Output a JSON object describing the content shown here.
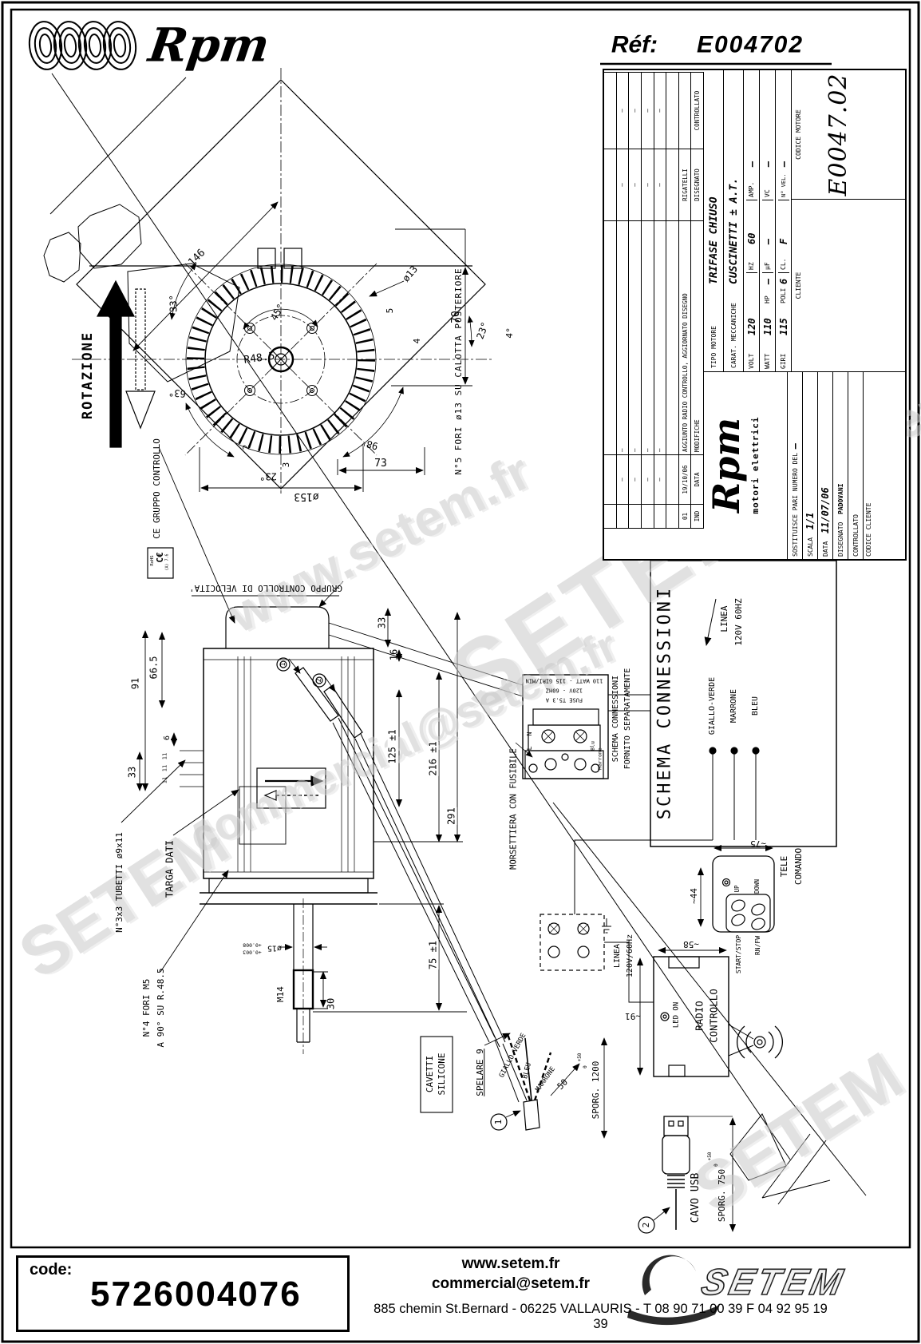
{
  "header": {
    "brand": "Rpm",
    "ref_label": "Réf:",
    "ref_value": "E004702"
  },
  "title_block": {
    "rev_rows": [
      [
        "",
        "",
        "",
        "",
        ""
      ],
      [
        "",
        "–",
        "–",
        "–",
        "–"
      ],
      [
        "",
        "–",
        "–",
        "–",
        "–"
      ],
      [
        "",
        "–",
        "–",
        "–",
        "–"
      ],
      [
        "",
        "–",
        "–",
        "–",
        "–"
      ],
      [
        "",
        "",
        "",
        "",
        ""
      ],
      [
        "01",
        "19/10/06",
        "AGGIUNTO RADIO CONTROLLO, AGGIORNATO DISEGNO",
        "RIGATELLI",
        ""
      ],
      [
        "IND",
        "DATA",
        "MODIFICHE",
        "DISEGNATO",
        "CONTROLLATO"
      ]
    ],
    "fields": {
      "tipo_l": "TIPO MOTORE",
      "tipo": "TRIFASE CHIUSO",
      "carat_l": "CARAT. MECCANICHE",
      "carat": "CUSCINETTI ± A.T.",
      "logo": "Rpm",
      "logo_sub": "motori elettrici",
      "sost_l": "SOSTITUISCE PARI NUMERO DEL",
      "sost": "–",
      "scala_l": "SCALA",
      "scala": "1/1",
      "data_l": "DATA",
      "data": "11/07/06",
      "dis_l": "DISEGNATO",
      "dis": "PADOVANI",
      "ctl_l": "CONTROLLATO",
      "cliente_l": "CLIENTE",
      "cod_cliente_l": "CODICE CLIENTE",
      "cod_motore_l": "CODICE MOTORE",
      "cod_motore": "E0047.02"
    },
    "specs": {
      "volt_l": "VOLT",
      "volt": "120",
      "hz_l": "HZ",
      "hz": "60",
      "amp_l": "AMP.",
      "amp": "–",
      "watt_l": "WATT",
      "watt": "110",
      "hp_l": "HP",
      "hp": "–",
      "uf_l": "µF",
      "uf": "–",
      "vc_l": "VC",
      "vc": "–",
      "giri_l": "GIRI",
      "giri": "115",
      "poli_l": "POLI",
      "poli": "6",
      "cl_l": "CL.",
      "cl": "F",
      "nvel_l": "N° VEL.",
      "nvel": "–"
    }
  },
  "front_view": {
    "rotazione": "ROTAZIONE",
    "d146": "146",
    "a33": "33°",
    "a45": "45°",
    "r485": "R48.5",
    "d13": "ø13",
    "d5": "5",
    "a23r": "23°",
    "a4": "4°",
    "d4": "4",
    "d70": "70",
    "a63": "63°",
    "d2": "2",
    "d3": "3",
    "a23b": "23°",
    "d153": "ø153",
    "d73": "73",
    "a98": "98°",
    "n5fori": "N°5 FORI ø13 SU CALOTTA POSTERIORE"
  },
  "side_view": {
    "ce_label": "CE GRUPPO CONTROLLO",
    "ce": "C€",
    "rohs": "RoHS",
    "rohs2": "(A) 7.6",
    "gruppo": "GRUPPO CONTROLLO DI VELOCITA'",
    "d91": "91",
    "d665": "66.5",
    "d6": "6",
    "d33a": "33",
    "d11a": "11",
    "d11b": "11",
    "d11c": "11",
    "d33b": "33",
    "d16": "16",
    "d125": "125 ±1",
    "d216": "216 ±1",
    "d291": "291",
    "d75": "75 ±1",
    "d30": "30",
    "m14": "M14",
    "d15": "ø15",
    "t1": "+0.003",
    "t2": "+0.008",
    "targa": "TARGA DATI",
    "n3x3": "N°3x3 TUBETTI ø9x11",
    "n4a": "N°4 FORI M5",
    "n4b": "A 90° SU R.48.5",
    "morsettiera": "MORSETTIERA CON FUSIBILE",
    "cavetti1": "CAVETTI",
    "cavetti2": "SILICONE",
    "spelare": "SPELARE 9",
    "w_gv": "GIALLO-VERDE",
    "w_bl": "BLEU",
    "w_ma": "MARRONE",
    "d50": "50",
    "t50": "+50",
    "t50b": "0",
    "sporg1200": "SPORG. 1200",
    "b1": "1",
    "b2": "2"
  },
  "terminal": {
    "l1": "FUSE T5.3 A",
    "l2": "120V - 60HZ",
    "l3": "110 WATT - 115 GIRI/MIN",
    "L": "L",
    "N": "N",
    "blu": "Blu",
    "marrone": "Marrone"
  },
  "connection": {
    "title": "SCHEMA CONNESSIONI",
    "note1": "SCHEMA CONNESSIONI",
    "note2": "FORNITO SEPARATAMENTE",
    "gv": "GIALLO-VERDE",
    "ma": "MARRONE",
    "bl": "BLEU",
    "linea1": "LINEA",
    "linea2": "120V 60HZ"
  },
  "small_term": {
    "linea1": "LINEA",
    "linea2": "120V/60Hz"
  },
  "remote": {
    "d75": "~75",
    "d44": "~44",
    "up": "UP",
    "down": "DOWN",
    "start": "START/STOP",
    "rnfw": "RN/FW",
    "tele1": "TELE",
    "tele2": "COMANDO"
  },
  "radio": {
    "d58": "~58",
    "d91": "~91",
    "led": "LED ON",
    "l1": "RADIO",
    "l2": "CONTROLLO"
  },
  "usb": {
    "cavo": "CAVO USB",
    "sporg": "SPORG. 750",
    "t50": "+50",
    "t50b": "0",
    "b2": "2"
  },
  "watermarks": {
    "w1": "www.setem.fr",
    "w2": "SETEM",
    "w3": "commercial@setem.fr",
    "w4": "SETEM",
    "w5": "SETEM",
    "w6": "www.setem.fr"
  },
  "footer": {
    "code_label": "code:",
    "code_value": "5726004076",
    "website": "www.setem.fr",
    "email": "commercial@setem.fr",
    "brand": "SETEM",
    "address": "885 chemin St.Bernard  -  06225 VALLAURIS  -  T 08 90 71 00 39   F 04 92 95 19 39"
  }
}
